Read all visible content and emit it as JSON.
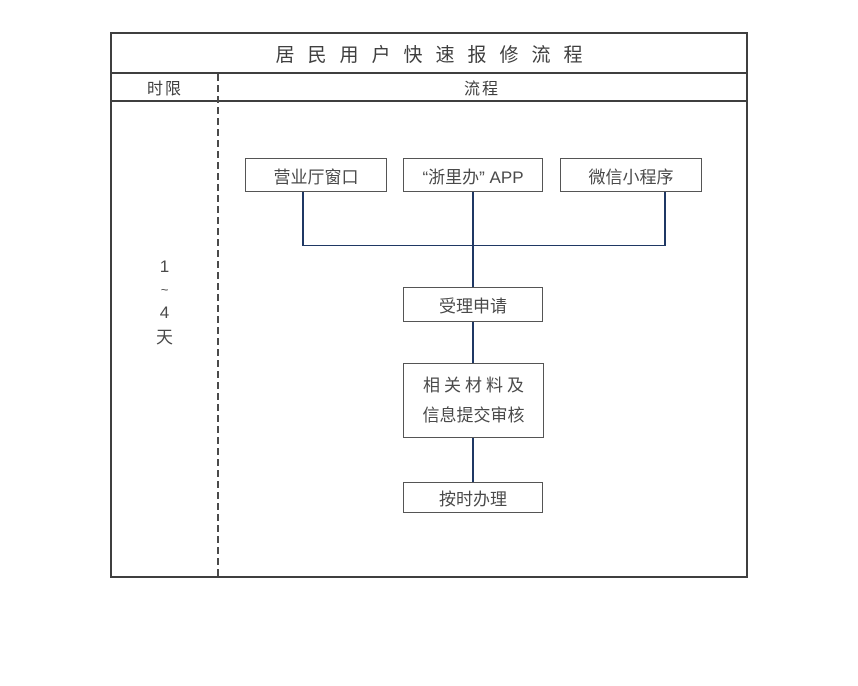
{
  "table": {
    "title": "居民用户快速报修流程",
    "columns": {
      "time": "时限",
      "process": "流程"
    }
  },
  "time_limit": {
    "lines": [
      "1",
      "~",
      "4",
      "天"
    ]
  },
  "flow": {
    "channels": [
      {
        "label": "营业厅窗口"
      },
      {
        "label": "“浙里办” APP"
      },
      {
        "label": "微信小程序"
      }
    ],
    "steps": [
      {
        "label": "受理申请"
      },
      {
        "label_line1": "相关材料及",
        "label_line2": "信息提交审核"
      },
      {
        "label": "按时办理"
      }
    ]
  },
  "colors": {
    "frame_border": "#3f3f3f",
    "box_border": "#555555",
    "connector_line": "#1f3864",
    "text": "#4a4a4a"
  }
}
